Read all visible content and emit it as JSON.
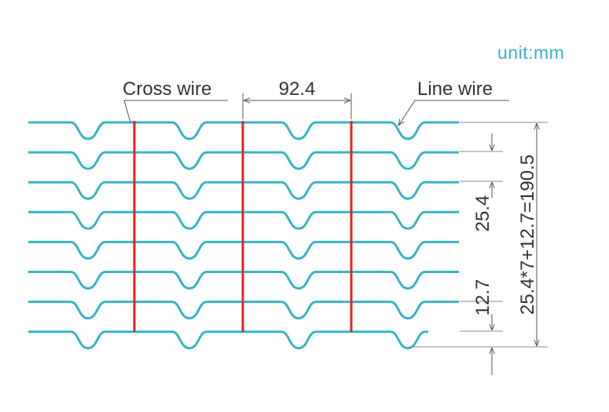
{
  "diagram": {
    "unit_label": "unit:mm",
    "labels": {
      "cross_wire": "Cross wire",
      "line_wire": "Line wire",
      "pitch": "92.4",
      "row_spacing": "25.4",
      "half_spacing": "12.7",
      "total_height": "25.4*7+12.7=190.5"
    },
    "line_wire_count": 8,
    "cross_wire_count": 3,
    "colors": {
      "line_wire": "#3bb3c3",
      "cross_wire": "#e02424",
      "dimension": "#555555",
      "unit_text": "#3bb3c3"
    }
  }
}
